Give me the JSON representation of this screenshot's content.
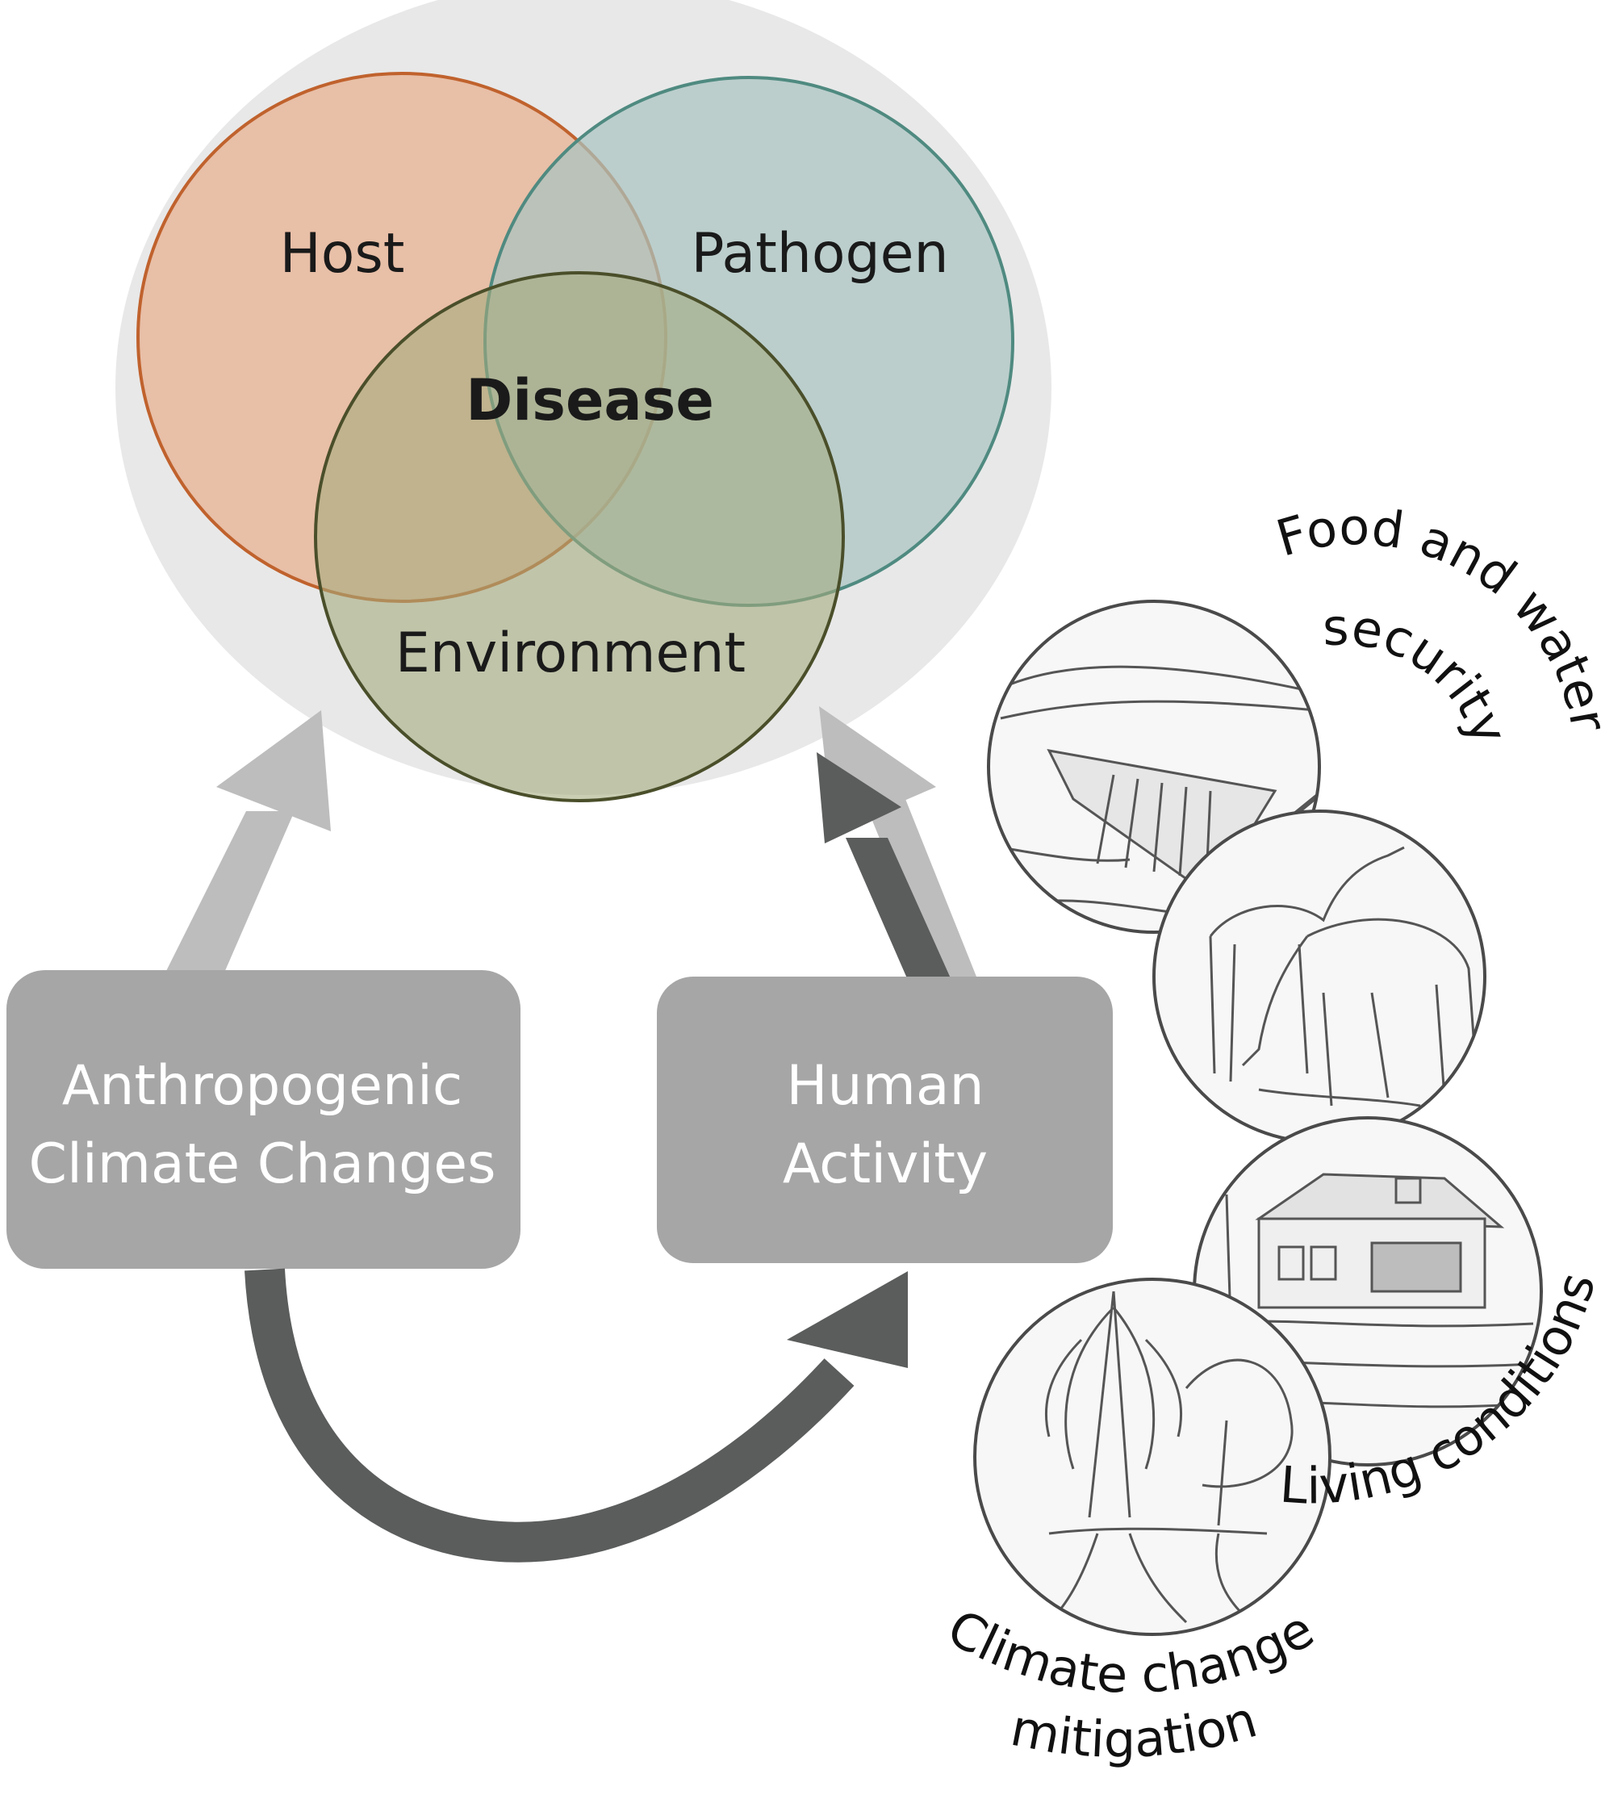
{
  "venn": {
    "host": "Host",
    "pathogen": "Pathogen",
    "environment": "Environment",
    "center": "Disease"
  },
  "boxes": {
    "left_line1": "Anthropogenic",
    "left_line2": "Climate Changes",
    "right_line1": "Human",
    "right_line2": "Activity"
  },
  "impacts": {
    "food_line1": "Food and water",
    "food_line2": "security",
    "living": "Living conditions",
    "mitigation_line1": "Climate change",
    "mitigation_line2": "mitigation"
  },
  "colors": {
    "host_fill": "#e8bda3",
    "host_stroke": "#c0622d",
    "pathogen_fill": "#bfd0cd",
    "pathogen_stroke": "#4f8a80",
    "environment_fill": "#a9ae82",
    "environment_stroke": "#4a4f2a",
    "background_ellipse": "#e8e8e8",
    "box_fill": "#a6a6a6",
    "dark_arrow": "#5b5c5c",
    "light_arrow": "#bdbdbd"
  },
  "icons": [
    "dam-sketch-icon",
    "livestock-sketch-icon",
    "flooded-house-sketch-icon",
    "trees-sketch-icon"
  ]
}
